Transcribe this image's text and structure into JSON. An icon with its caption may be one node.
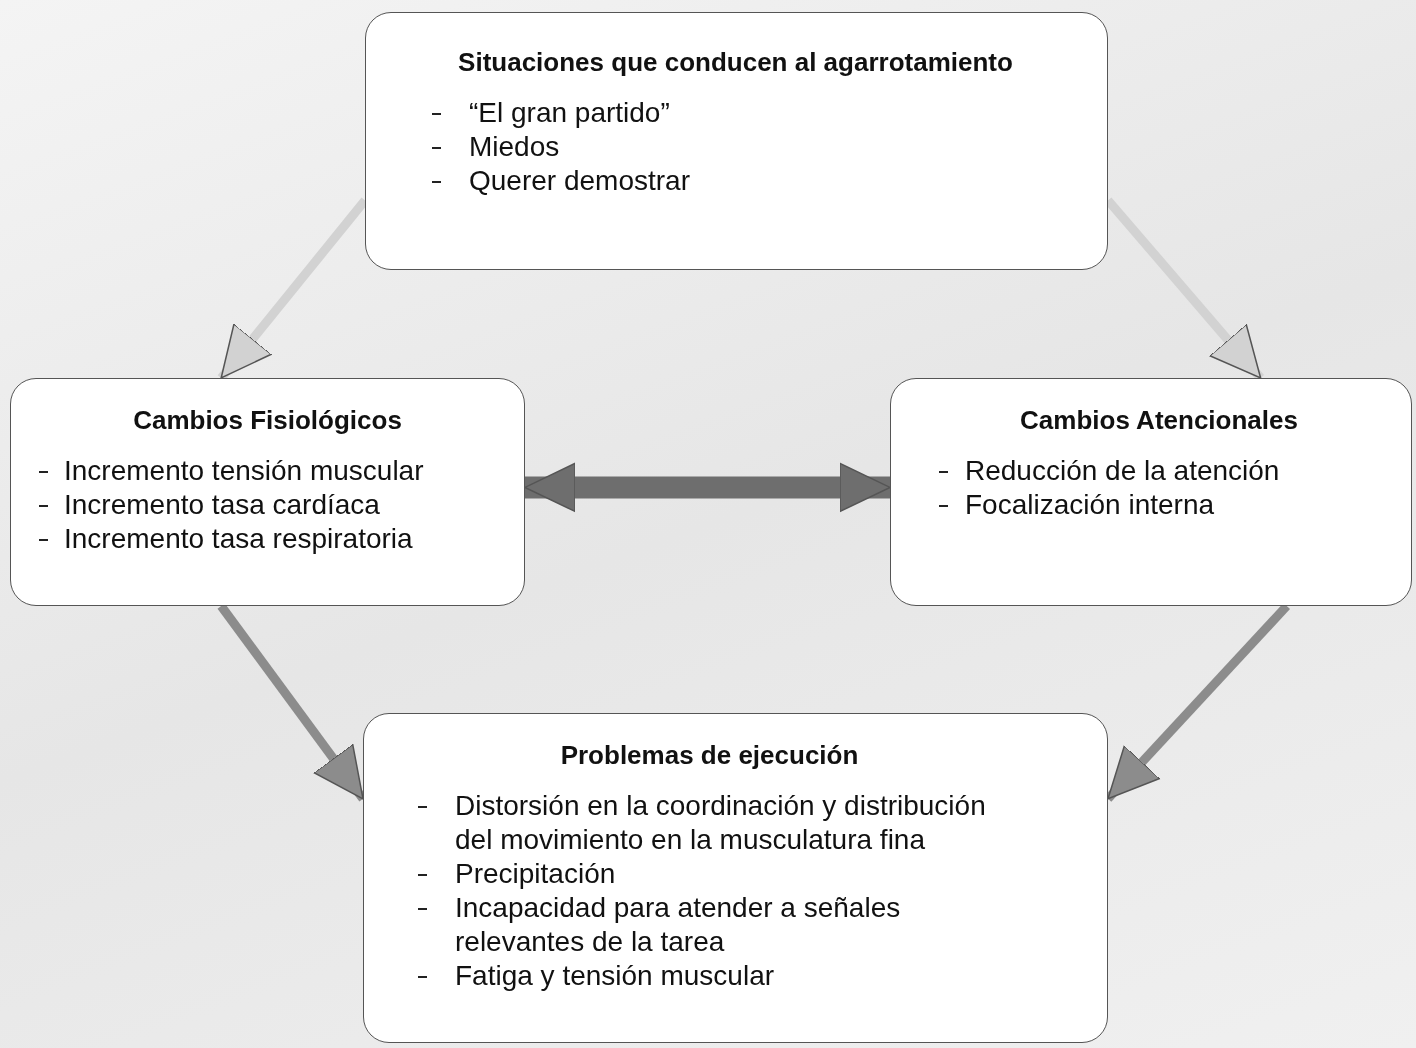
{
  "diagram": {
    "nodes": [
      {
        "text": [
          "Situaciones que conducen al agarrotamiento",
          "“El gran partido”",
          "Miedos",
          "Querer demostrar"
        ]
      },
      {
        "text": [
          "Cambios Fisiológicos",
          "Incremento tensión muscular",
          "Incremento tasa cardíaca",
          "Incremento tasa respiratoria"
        ]
      },
      {
        "text": [
          "Cambios Atencionales",
          "Reducción de la atención",
          "Focalización interna"
        ]
      },
      {
        "text": [
          "Problemas de ejecución",
          "Distorsión en la coordinación y distribución del movimiento en la musculatura fina",
          "Precipitación",
          "Incapacidad para atender a señales relevantes de la tarea",
          "Fatiga y tensión muscular"
        ]
      }
    ],
    "edges": [
      {
        "from": 0,
        "to": 1,
        "arrow": "to",
        "color": "#d2d2d2"
      },
      {
        "from": 0,
        "to": 2,
        "arrow": "to",
        "color": "#d2d2d2"
      },
      {
        "from": 1,
        "to": 2,
        "arrow": "both",
        "style": "thick",
        "color": "#6e6e6e"
      },
      {
        "from": 1,
        "to": 3,
        "arrow": "to",
        "color": "#8c8c8c"
      },
      {
        "from": 2,
        "to": 3,
        "arrow": "to",
        "color": "#8c8c8c"
      }
    ]
  }
}
